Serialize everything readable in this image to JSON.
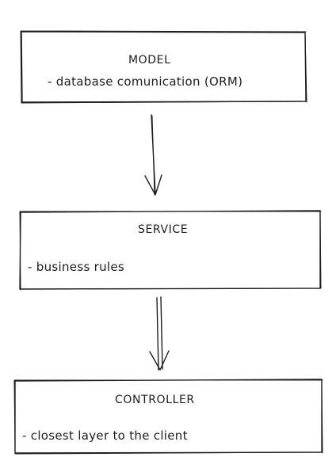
{
  "boxes": [
    {
      "title": "MODEL",
      "description": "- database comunication (ORM)"
    },
    {
      "title": "SERVICE",
      "description": "- business rules"
    },
    {
      "title": "CONTROLLER",
      "description": "- closest layer to the client"
    }
  ],
  "colors": {
    "stroke": "#1e1e1e",
    "background": "#ffffff"
  }
}
